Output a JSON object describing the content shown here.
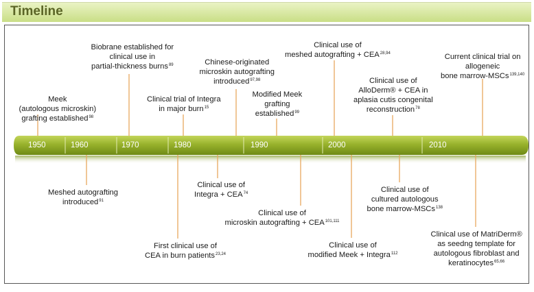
{
  "title": "Timeline",
  "decades": [
    "1950",
    "1960",
    "1970",
    "1980",
    "1990",
    "2000",
    "2010"
  ],
  "colors": {
    "bar_top": "#c3d55a",
    "bar_bottom": "#6f8a16",
    "leader": "#e8a75e",
    "title_text": "#5b6526"
  },
  "events_above": [
    {
      "lines": [
        "Meek",
        "(autologous microskin)",
        "grafting established"
      ],
      "ref": "98"
    },
    {
      "lines": [
        "Biobrane established for",
        "clinical use in",
        "partial-thickness burns"
      ],
      "ref": "89"
    },
    {
      "lines": [
        "Clinical trial of Integra",
        "in major burn"
      ],
      "ref": "15"
    },
    {
      "lines": [
        "Chinese-originated",
        "microskin autografting",
        "introduced"
      ],
      "ref": "97,98"
    },
    {
      "lines": [
        "Modified Meek",
        "grafting",
        "established"
      ],
      "ref": "99"
    },
    {
      "lines": [
        "Clinical use of",
        "meshed autografting + CEA"
      ],
      "ref": "28,94"
    },
    {
      "lines": [
        "Clinical use of",
        "AlloDerm® + CEA in",
        "aplasia cutis congenital",
        "reconstruction"
      ],
      "ref": "78"
    },
    {
      "lines": [
        "Current clinical trial on",
        "allogeneic",
        "bone marrow-MSCs"
      ],
      "ref": "139,140"
    }
  ],
  "events_below": [
    {
      "lines": [
        "Meshed autografting",
        "introduced"
      ],
      "ref": "91"
    },
    {
      "lines": [
        "First clinical use of",
        "CEA in burn patients"
      ],
      "ref": "23,24"
    },
    {
      "lines": [
        "Clinical use of",
        "Integra + CEA"
      ],
      "ref": "74"
    },
    {
      "lines": [
        "Clinical use of",
        "microskin autografting + CEA"
      ],
      "ref": "101,111"
    },
    {
      "lines": [
        "Clinical use of",
        "modified Meek + Integra"
      ],
      "ref": "112"
    },
    {
      "lines": [
        "Clinical use of",
        "cultured autologous",
        "bone marrow-MSCs"
      ],
      "ref": "138"
    },
    {
      "lines": [
        "Clinical use of MatriDerm®",
        "as seedng template for",
        "autologous fibroblast and",
        "keratinocytes"
      ],
      "ref": "65,66"
    }
  ]
}
